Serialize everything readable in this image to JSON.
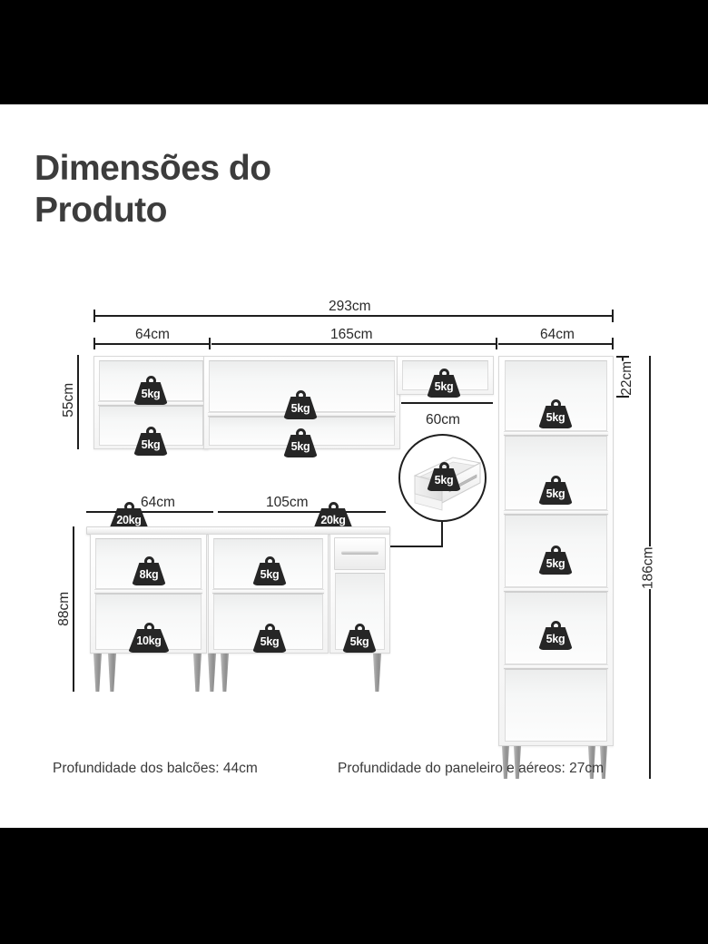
{
  "page": {
    "title": "Dimensões do Produto"
  },
  "dimensions": {
    "total_width": "293cm",
    "upper_left_width": "64cm",
    "upper_middle_width": "165cm",
    "tall_unit_width": "64cm",
    "upper_height": "55cm",
    "tall_top_offset": "22cm",
    "tall_total_height": "186cm",
    "lower_left_width": "64cm",
    "lower_middle_width": "105cm",
    "lower_height": "88cm",
    "drawer_callout_width": "60cm"
  },
  "weights": {
    "upper_left_top": "5kg",
    "upper_left_bottom": "5kg",
    "upper_middle_top": "5kg",
    "upper_middle_bottom": "5kg",
    "upper_right_small": "5kg",
    "tall_shelf_1": "5kg",
    "tall_shelf_2": "5kg",
    "tall_shelf_3": "5kg",
    "tall_shelf_4": "5kg",
    "counter_left": "20kg",
    "counter_right": "20kg",
    "lower_left_top": "8kg",
    "lower_left_bottom": "10kg",
    "lower_middle_top": "5kg",
    "lower_middle_bottom": "5kg",
    "lower_right_bottom": "5kg",
    "drawer_callout": "5kg"
  },
  "footnotes": {
    "left": "Profundidade dos balcões: 44cm",
    "right": "Profundidade do paneleiro e aéreos: 27cm"
  },
  "colors": {
    "background": "#ffffff",
    "letterbox": "#000000",
    "title": "#3c3c3c",
    "line": "#1f1f1f",
    "badge": "#262626",
    "leg": "#9d9d9d"
  }
}
